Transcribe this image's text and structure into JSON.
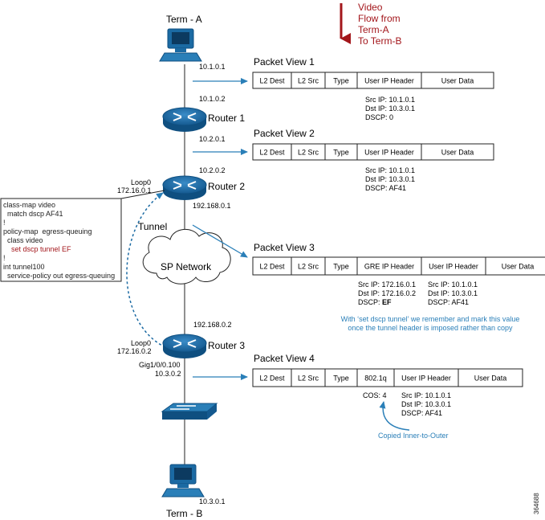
{
  "colors": {
    "router": "#1b6aa3",
    "router_dark": "#0f4f80",
    "arrow_blue": "#2a7fb8",
    "note_red": "#a3161b",
    "note_blue": "#2a7fb8",
    "line": "#222222"
  },
  "flow_note": {
    "lines": [
      "Video",
      "Flow from",
      "Term-A",
      "To Term-B"
    ]
  },
  "term_a": {
    "label": "Term - A",
    "ip": "10.1.0.1",
    "icon": "computer-icon"
  },
  "term_b": {
    "label": "Term - B",
    "ip": "10.3.0.1",
    "icon": "computer-icon"
  },
  "router1": {
    "label": "Router 1",
    "ip_top": "10.1.0.2",
    "ip_bottom": "10.2.0.1",
    "icon": "router-icon"
  },
  "router2": {
    "label": "Router 2",
    "ip_top": "10.2.0.2",
    "ip_bottom": "192.168.0.1",
    "loop_label": "Loop0",
    "loop_ip": "172.16.0.1",
    "icon": "router-icon"
  },
  "router3": {
    "label": "Router 3",
    "ip_top": "192.168.0.2",
    "loop_label": "Loop0",
    "loop_ip": "172.16.0.2",
    "gig_label": "Gig1/0/0.100",
    "gig_ip": "10.3.0.2",
    "icon": "router-icon"
  },
  "switch": {
    "icon": "switch-icon"
  },
  "cloud": {
    "label": "SP Network",
    "icon": "cloud-icon"
  },
  "tunnel": {
    "label": "Tunnel"
  },
  "config": {
    "lines": [
      {
        "text": "class-map video",
        "red": false
      },
      {
        "text": "  match dscp AF41",
        "red": false
      },
      {
        "text": "!",
        "red": false
      },
      {
        "text": "policy-map  egress-queuing",
        "red": false
      },
      {
        "text": "  class video",
        "red": false
      },
      {
        "text": "    set dscp tunnel EF",
        "red": true
      },
      {
        "text": "!",
        "red": false
      },
      {
        "text": "int tunnel100",
        "red": false
      },
      {
        "text": "  service-policy out egress-queuing",
        "red": false
      }
    ]
  },
  "packet_views": [
    {
      "title": "Packet View 1",
      "fields": [
        "L2 Dest",
        "L2 Src",
        "Type",
        "User IP Header",
        "User Data"
      ],
      "details": [
        [
          "Src IP: 10.1.0.1",
          "Dst IP: 10.3.0.1",
          "DSCP: 0"
        ]
      ]
    },
    {
      "title": "Packet View 2",
      "fields": [
        "L2 Dest",
        "L2 Src",
        "Type",
        "User IP Header",
        "User Data"
      ],
      "details": [
        [
          "Src IP: 10.1.0.1",
          "Dst IP: 10.3.0.1",
          "DSCP: AF41"
        ]
      ]
    },
    {
      "title": "Packet View 3",
      "fields": [
        "L2 Dest",
        "L2 Src",
        "Type",
        "GRE IP Header",
        "User IP Header",
        "User Data"
      ],
      "details": [
        [
          "Src IP: 172.16.0.1",
          "Dst IP: 172.16.0.2",
          "DSCP: "
        ],
        [
          "Src IP: 10.1.0.1",
          "Dst IP: 10.3.0.1",
          "DSCP: AF41"
        ]
      ],
      "dscp_bold": "EF",
      "note": [
        "With ‘set dscp tunnel’ we remember and mark this value",
        "once the tunnel header is imposed rather than copy"
      ]
    },
    {
      "title": "Packet View 4",
      "fields": [
        "L2 Dest",
        "L2 Src",
        "Type",
        "802.1q",
        "User IP Header",
        "User Data"
      ],
      "details": [
        [
          "COS: 4"
        ],
        [
          "Src IP: 10.1.0.1",
          "Dst IP: 10.3.0.1",
          "DSCP: AF41"
        ]
      ],
      "copy_note": "Copied Inner-to-Outer"
    }
  ],
  "figure_id": "364688"
}
